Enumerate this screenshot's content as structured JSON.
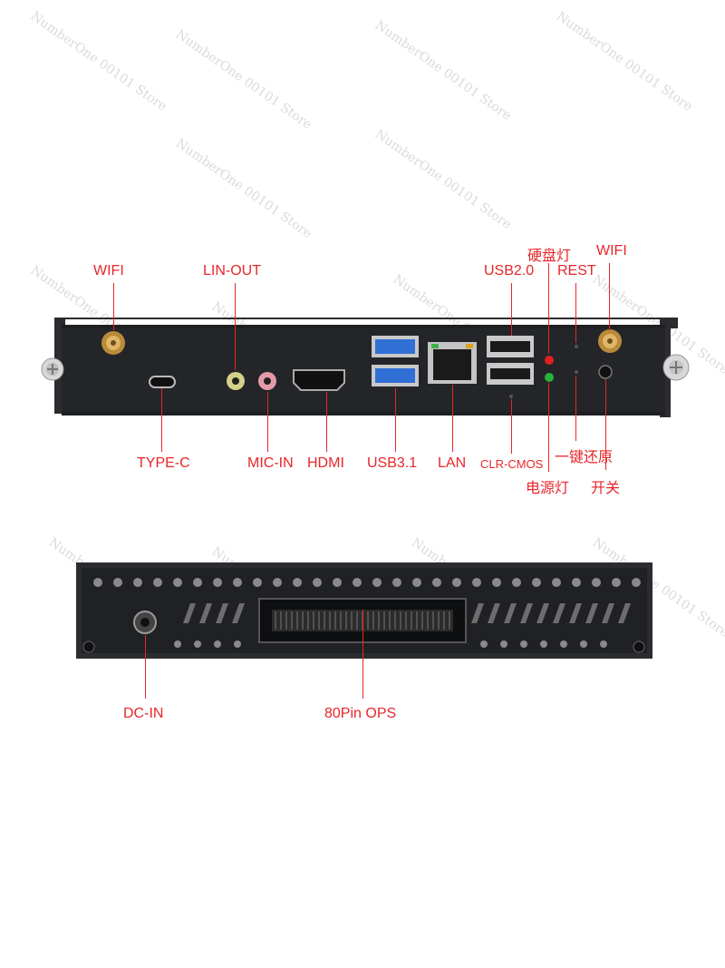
{
  "watermark": "NumberOne 00101 Store",
  "top_panel": {
    "labels": {
      "wifi_left": "WIFI",
      "lin_out": "LIN-OUT",
      "usb20": "USB2.0",
      "hdd_led": "硬盘灯",
      "rest": "REST",
      "wifi_right": "WIFI",
      "type_c": "TYPE-C",
      "mic_in": "MIC-IN",
      "hdmi": "HDMI",
      "usb31": "USB3.1",
      "lan": "LAN",
      "clr_cmos": "CLR-CMOS",
      "one_key_restore": "一键还原",
      "power_led": "电源灯",
      "power_switch": "开关"
    }
  },
  "bottom_panel": {
    "labels": {
      "dc_in": "DC-IN",
      "ops": "80Pin OPS"
    }
  },
  "colors": {
    "label": "#e8262a",
    "panel": "#1f2124",
    "usb3": "#2f6fd6",
    "led_red": "#e02020",
    "led_green": "#27b33a"
  }
}
